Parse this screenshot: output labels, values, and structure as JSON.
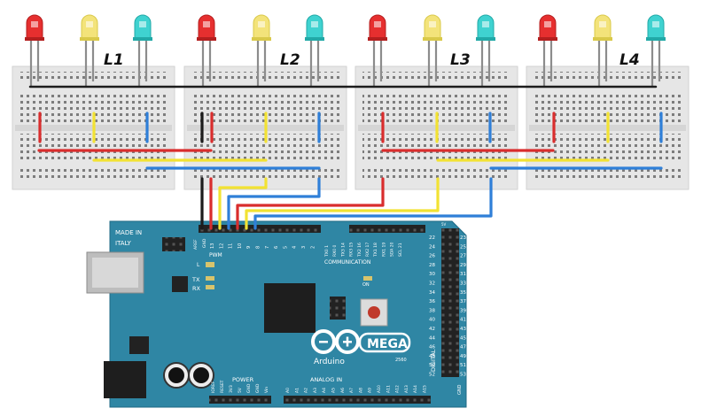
{
  "labels": {
    "l1": "L1",
    "l2": "L2",
    "l3": "L3",
    "l4": "L4"
  },
  "board": {
    "made_in": "MADE IN",
    "country": "ITALY",
    "model": "MEGA",
    "brand": "Arduino",
    "year": "2560",
    "pwm": "PWM",
    "l_led": "L",
    "tx": "TX",
    "rx": "RX",
    "on": "ON",
    "communication": "COMMUNICATION",
    "power": "POWER",
    "analog_in": "ANALOG IN",
    "digital": "DIGITAL",
    "aref": "AREF",
    "gnd": "GND",
    "gnd_right": "GND",
    "top_5v": "5V",
    "pwm_pins": [
      "13",
      "12",
      "11",
      "10",
      "9",
      "8",
      "7",
      "6",
      "5",
      "4",
      "3",
      "2"
    ],
    "comm_pins": [
      "TX0 1",
      "RX0 0",
      "TX3 14",
      "RX3 15",
      "TX2 16",
      "RX2 17",
      "TX1 18",
      "RX1 19",
      "SDA 20",
      "SCL 21"
    ],
    "right_pins": [
      "22",
      "24",
      "26",
      "28",
      "30",
      "32",
      "34",
      "36",
      "38",
      "40",
      "42",
      "44",
      "46",
      "48",
      "50",
      "52"
    ],
    "right_pins_b": [
      "23",
      "25",
      "27",
      "29",
      "31",
      "33",
      "35",
      "37",
      "39",
      "41",
      "43",
      "45",
      "47",
      "49",
      "51",
      "53"
    ],
    "power_pins": [
      "IOREF",
      "RESET",
      "3V3",
      "5V",
      "GND",
      "GND",
      "Vin"
    ],
    "analog_pins": [
      "A0",
      "A1",
      "A2",
      "A3",
      "A4",
      "A5",
      "A6",
      "A7",
      "A8",
      "A9",
      "A10",
      "A11",
      "A12",
      "A13",
      "A14",
      "A15"
    ]
  },
  "colors": {
    "red": "#d92d2d",
    "yellow": "#f2e233",
    "blue": "#2f7fd8",
    "black": "#1c1c1c",
    "board": "#2f86a4",
    "breadboard": "#e6e6e6",
    "led_red": "#e62f2f",
    "led_yellow": "#f3e37a",
    "led_cyan": "#3fd2d0"
  }
}
